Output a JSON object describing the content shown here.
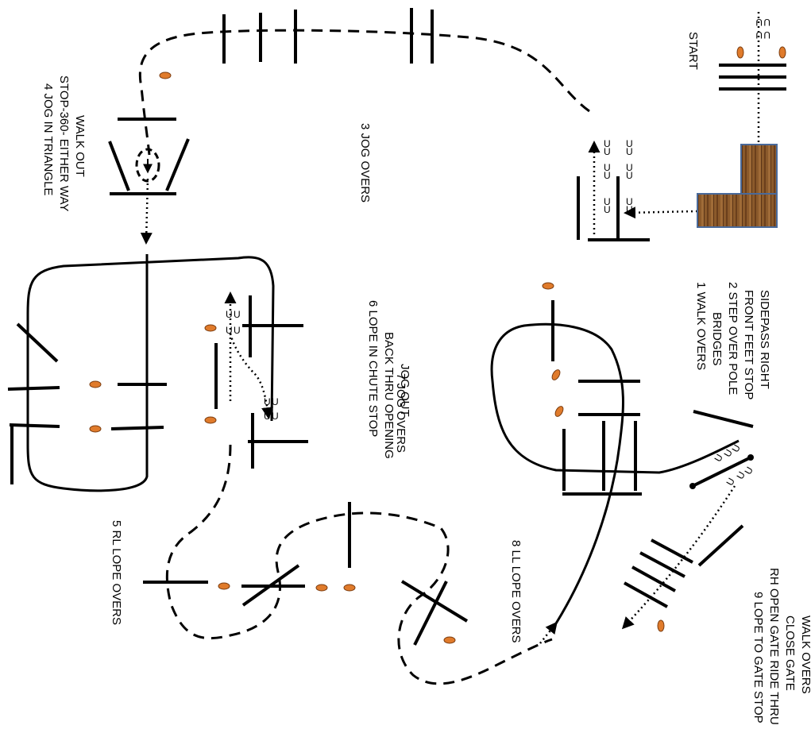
{
  "pattern": {
    "start_label": "START",
    "station_1": {
      "line1": "1   WALK OVERS",
      "line2": "BRIDGES",
      "line3": "2 STEP OVER POLE",
      "line4": "FRONT FEET STOP",
      "line5": "SIDEPASS RIGHT"
    },
    "station_3": {
      "line1": "3 JOG OVERS"
    },
    "station_4": {
      "line1": "4 JOG IN TRIANGLE",
      "line2": "STOP-360- EITHER WAY",
      "line3": "WALK OUT"
    },
    "station_5": {
      "line1": "5 RL LOPE OVERS"
    },
    "station_6": {
      "line1": "6      LOPE IN CHUTE STOP",
      "line2": "BACK THRU OPENING",
      "line3": "JOG OUT"
    },
    "station_7": {
      "line1": "7  JOG OVERS"
    },
    "station_8": {
      "line1": "8 LL LOPE OVERS"
    },
    "station_9": {
      "line1": "9 LOPE TO GATE STOP",
      "line2": "RH OPEN GATE RIDE THRU",
      "line3": "CLOSE GATE",
      "line4": "WALK OVERS"
    },
    "hoofprint": "U",
    "colors": {
      "cone": "#e07b2b",
      "bridge_wood": "#8b5a2b",
      "bridge_border": "#4a6a9a"
    }
  }
}
